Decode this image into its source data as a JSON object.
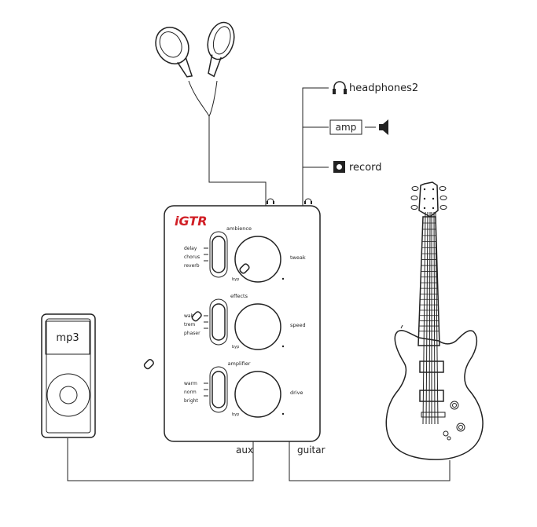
{
  "device": {
    "logo": "iGTR",
    "sections": [
      {
        "title": "ambience",
        "options": [
          "delay",
          "chorus",
          "reverb"
        ],
        "knob_label": "tweak",
        "bypass": "byp"
      },
      {
        "title": "effects",
        "options": [
          "wah",
          "trem",
          "phaser"
        ],
        "knob_label": "speed",
        "bypass": "byp"
      },
      {
        "title": "amplifier",
        "options": [
          "warm",
          "norm",
          "bright"
        ],
        "knob_label": "drive",
        "bypass": "byp"
      }
    ],
    "ports": {
      "aux": "aux",
      "guitar": "guitar"
    }
  },
  "outputs": {
    "headphones": "headphones2",
    "amp": "amp",
    "record": "record"
  },
  "mp3_player": {
    "screen_label": "mp3"
  },
  "colors": {
    "logo": "#d11f26",
    "ink": "#222222"
  },
  "icons": [
    "earbuds-icon",
    "headphones-icon",
    "speaker-icon",
    "record-icon",
    "mp3-player-icon",
    "guitar-icon"
  ]
}
